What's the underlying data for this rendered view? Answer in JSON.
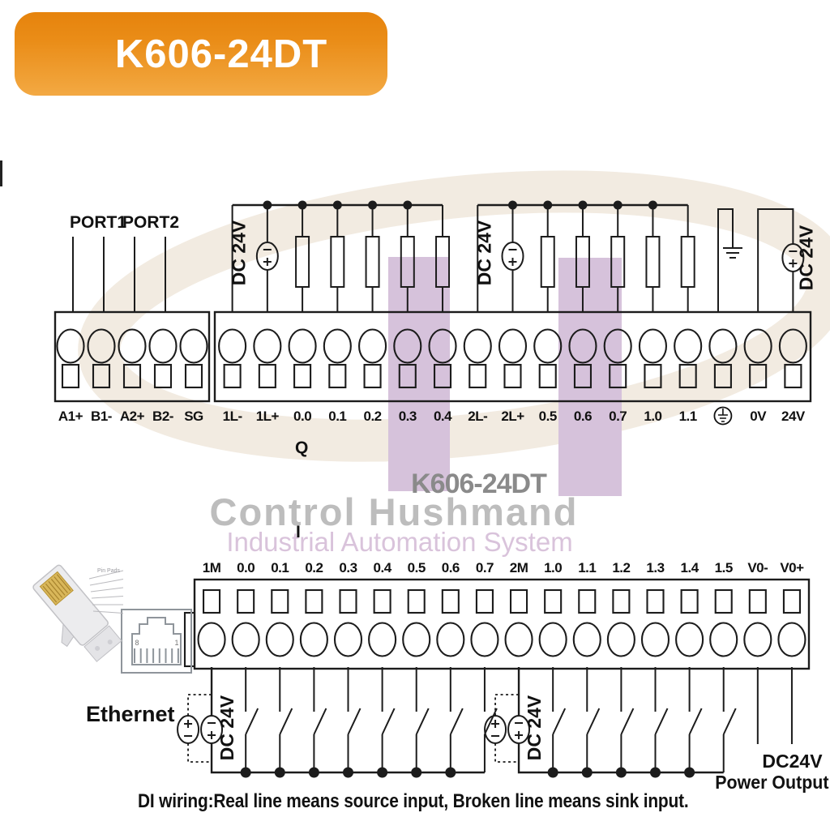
{
  "header": {
    "title": "K606-24DT"
  },
  "comm_block": {
    "port_labels": [
      "PORT1",
      "PORT2"
    ],
    "terminals": [
      "A1+",
      "B1-",
      "A2+",
      "B2-",
      "SG"
    ]
  },
  "output_section": {
    "group_label": "Q",
    "terminals": [
      "1L-",
      "1L+",
      "0.0",
      "0.1",
      "0.2",
      "0.3",
      "0.4",
      "2L-",
      "2L+",
      "0.5",
      "0.6",
      "0.7",
      "1.0",
      "1.1",
      "⏚",
      "0V",
      "24V"
    ],
    "ground_terminal_index": 14,
    "dc_supply_labels": [
      "DC 24V",
      "DC 24V",
      "DC 24V"
    ]
  },
  "input_section": {
    "group_label": "I",
    "terminals": [
      "1M",
      "0.0",
      "0.1",
      "0.2",
      "0.3",
      "0.4",
      "0.5",
      "0.6",
      "0.7",
      "2M",
      "1.0",
      "1.1",
      "1.2",
      "1.3",
      "1.4",
      "1.5",
      "V0-",
      "V0+"
    ],
    "dc_supply_labels": [
      "DC 24V",
      "DC 24V"
    ],
    "power_output": {
      "line1": "DC24V",
      "line2": "Power Output"
    }
  },
  "ethernet": {
    "label": "Ethernet",
    "rj45_pin_left": "8",
    "rj45_pin_right": "1",
    "pin_note": "Pin Pads"
  },
  "watermark": {
    "model": "K606-24DT",
    "line1": "Control Hushmand",
    "line2": "Industrial Automation System"
  },
  "caption": "DI wiring:Real line means source input, Broken line means sink input.",
  "colors": {
    "header_orange_top": "#e6830c",
    "header_orange_bottom": "#f3a943",
    "line_color": "#1c1c1c",
    "watermark_purple": "#d6c2db",
    "watermark_beige": "#f2ebe1",
    "watermark_gray": "#8a8a8a",
    "watermark_light_gray": "#bdbdbd",
    "watermark_lilac": "#d9c3db"
  }
}
